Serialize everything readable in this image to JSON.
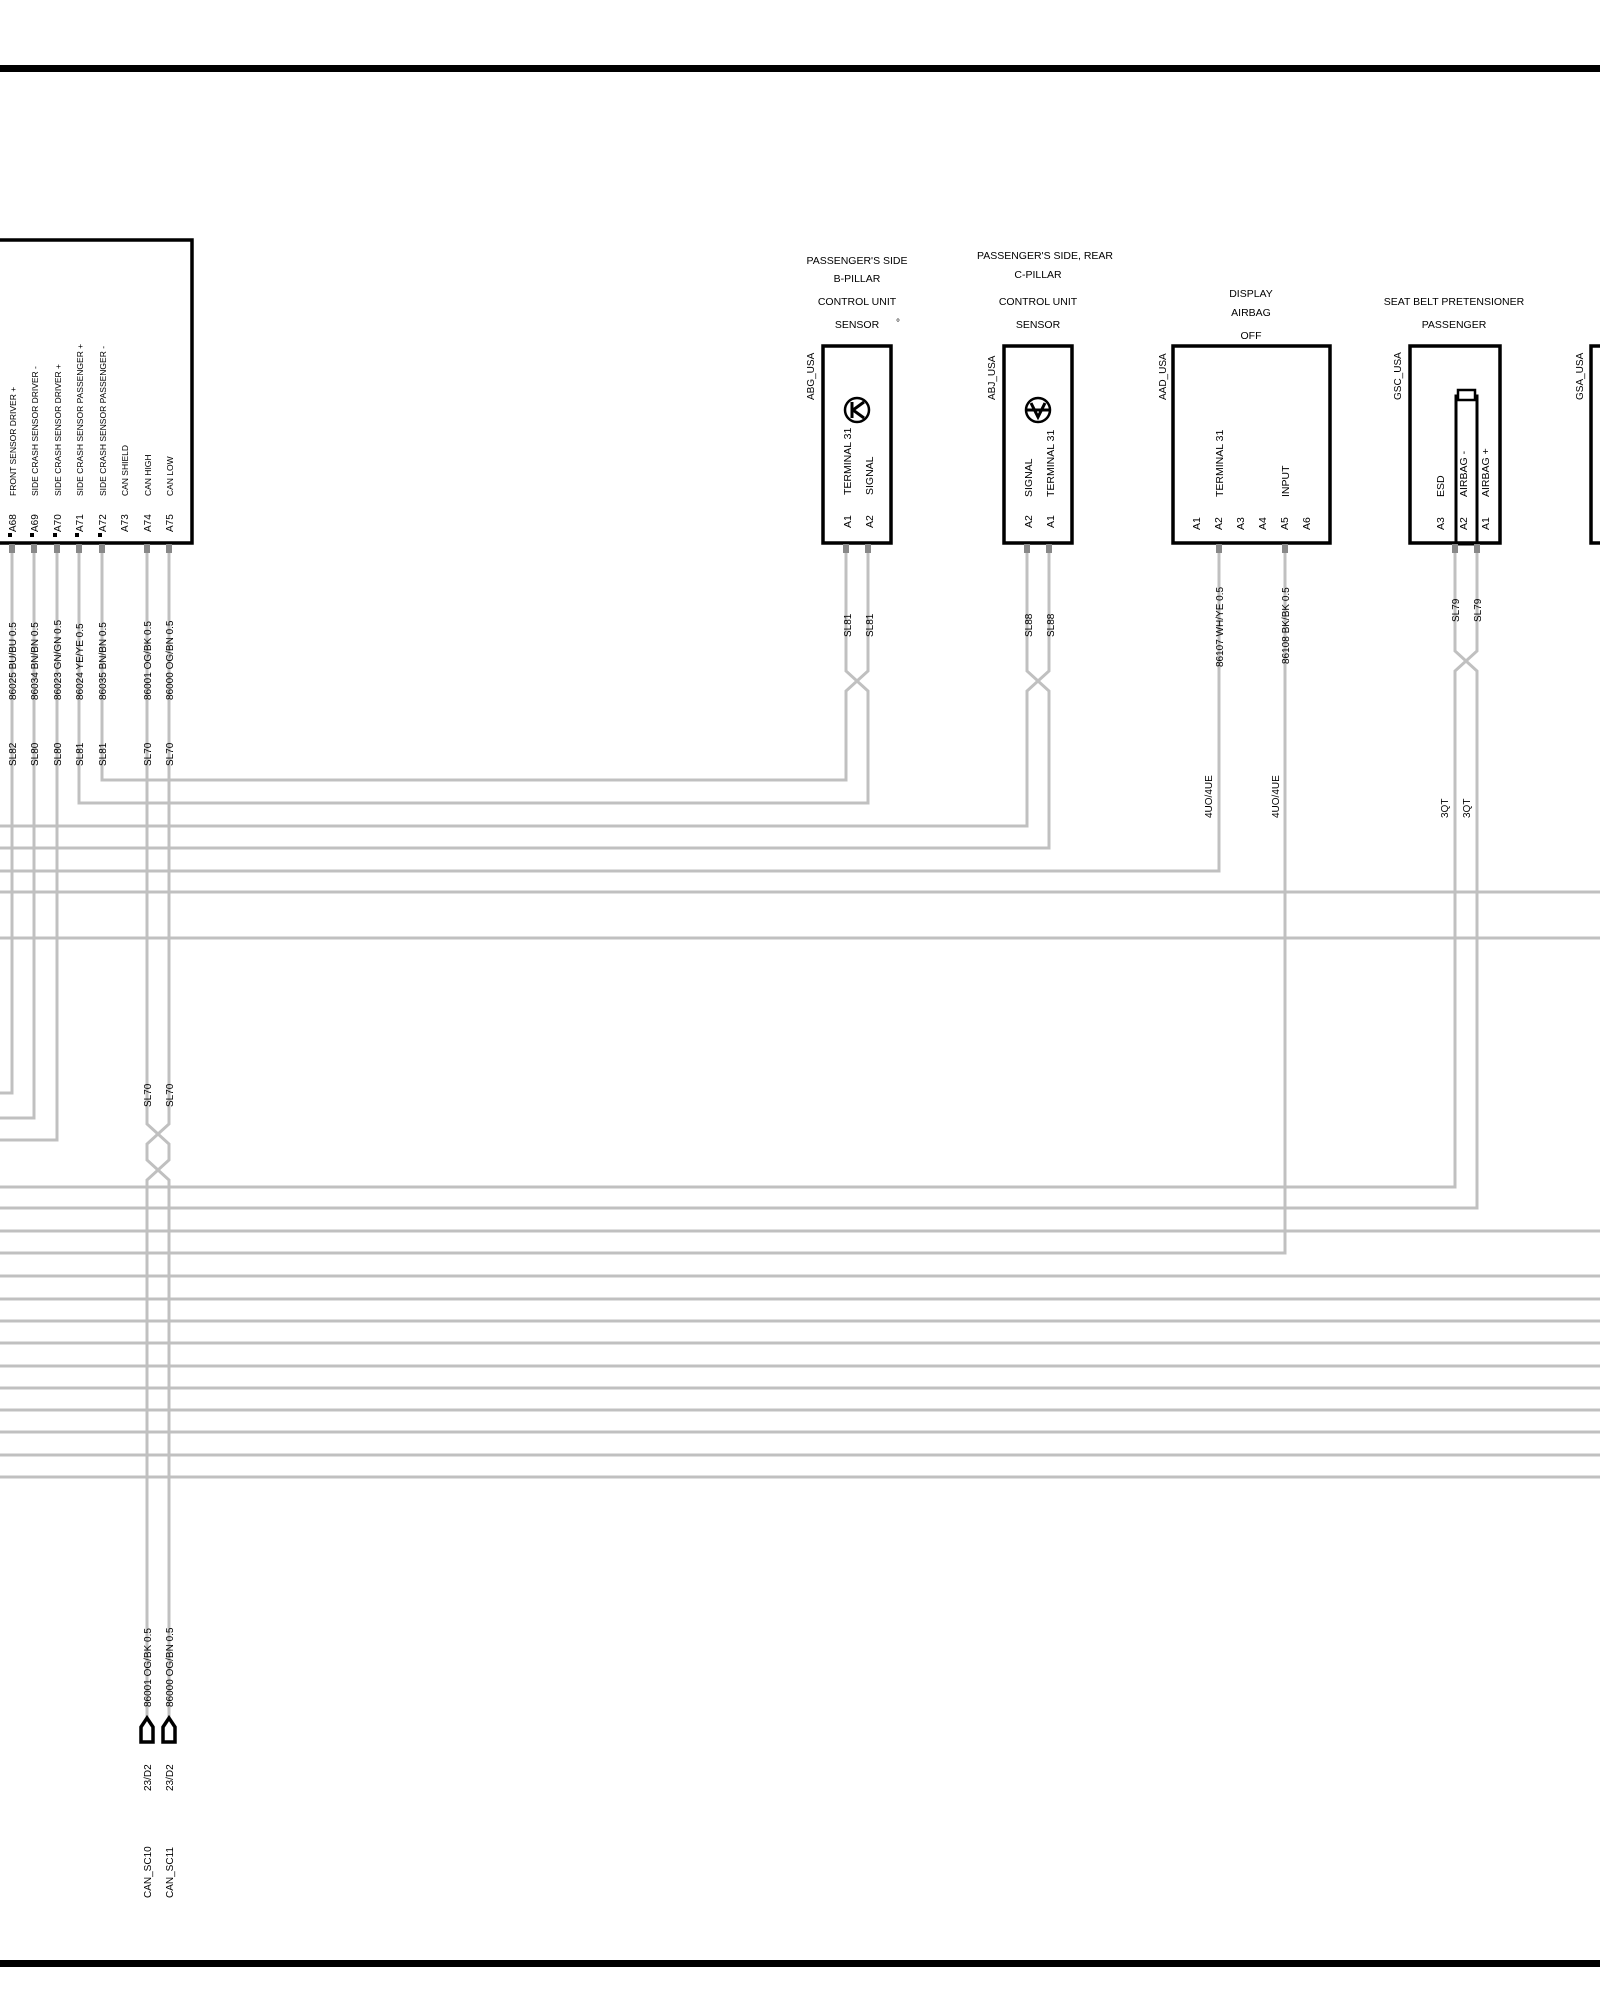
{
  "ecu_pins": [
    {
      "pin": "A68",
      "label": "FRONT SENSOR DRIVER +",
      "wire": "86025 BU/BU 0.5",
      "splice": "SL82"
    },
    {
      "pin": "A69",
      "label": "SIDE CRASH SENSOR DRIVER -",
      "wire": "86034 BN/BN 0.5",
      "splice": "SL80"
    },
    {
      "pin": "A70",
      "label": "SIDE CRASH SENSOR DRIVER +",
      "wire": "86023 GN/GN 0.5",
      "splice": "SL80"
    },
    {
      "pin": "A71",
      "label": "SIDE CRASH SENSOR PASSENGER +",
      "wire": "86024 YE/YE 0.5",
      "splice": "SL81"
    },
    {
      "pin": "A72",
      "label": "SIDE CRASH SENSOR PASSENGER -",
      "wire": "86035 BN/BN 0.5",
      "splice": "SL81"
    },
    {
      "pin": "A73",
      "label": "CAN SHIELD",
      "wire": "",
      "splice": ""
    },
    {
      "pin": "A74",
      "label": "CAN HIGH",
      "wire": "86001 OG/BK 0.5",
      "splice": "SL70"
    },
    {
      "pin": "A75",
      "label": "CAN LOW",
      "wire": "86000 OG/BN 0.5",
      "splice": "SL70"
    }
  ],
  "components": {
    "abg": {
      "title": [
        "PASSENGER'S SIDE",
        "B-PILLAR",
        "CONTROL UNIT",
        "SENSOR"
      ],
      "mark": "°",
      "code": "ABG_USA",
      "pins": [
        {
          "pin": "A1",
          "label": "TERMINAL 31"
        },
        {
          "pin": "A2",
          "label": "SIGNAL"
        }
      ],
      "splices": [
        "SL81",
        "SL81"
      ]
    },
    "abj": {
      "title": [
        "PASSENGER'S SIDE, REAR",
        "C-PILLAR",
        "CONTROL UNIT",
        "SENSOR"
      ],
      "code": "ABJ_USA",
      "pins": [
        {
          "pin": "A2",
          "label": "SIGNAL"
        },
        {
          "pin": "A1",
          "label": "TERMINAL 31"
        }
      ],
      "splices": [
        "SL88",
        "SL88"
      ]
    },
    "aad": {
      "title": [
        "DISPLAY",
        "AIRBAG",
        "OFF"
      ],
      "code": "AAD_USA",
      "pins": [
        {
          "pin": "A1",
          "label": ""
        },
        {
          "pin": "A2",
          "label": "TERMINAL 31"
        },
        {
          "pin": "A3",
          "label": ""
        },
        {
          "pin": "A4",
          "label": ""
        },
        {
          "pin": "A5",
          "label": "INPUT"
        },
        {
          "pin": "A6",
          "label": ""
        }
      ],
      "wires": [
        "86107 WH/YE 0.5",
        "86108 BK/BK 0.5"
      ],
      "harness": [
        "4UO/4UE",
        "4UO/4UE"
      ]
    },
    "gsc": {
      "title": [
        "SEAT BELT PRETENSIONER",
        "PASSENGER"
      ],
      "code": "GSC_USA",
      "pins": [
        {
          "pin": "A3",
          "label": "ESD"
        },
        {
          "pin": "A2",
          "label": "AIRBAG -"
        },
        {
          "pin": "A1",
          "label": "AIRBAG +"
        }
      ],
      "splices": [
        "SL79",
        "SL79"
      ],
      "harness": [
        "3QT",
        "3QT"
      ]
    },
    "gsa": {
      "code": "GSA_USA"
    }
  },
  "can_splices": [
    "SL70",
    "SL70"
  ],
  "bottom_wires": [
    "86001 OG/BK 0.5",
    "86000 OG/BN 0.5"
  ],
  "bottom_refs": [
    "23/D2",
    "23/D2"
  ],
  "bottom_signals": [
    "CAN_SC10",
    "CAN_SC11"
  ]
}
